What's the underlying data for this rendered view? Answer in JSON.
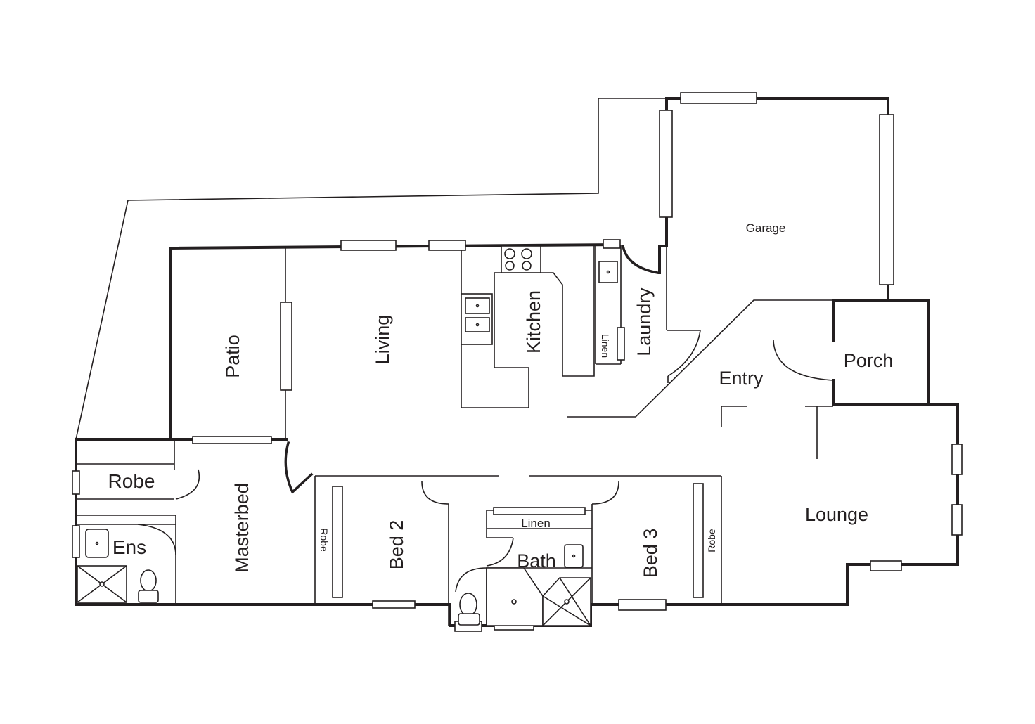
{
  "rooms": {
    "garage": "Garage",
    "patio": "Patio",
    "living": "Living",
    "kitchen": "Kitchen",
    "laundry": "Laundry",
    "linen_laundry": "Linen",
    "entry": "Entry",
    "porch": "Porch",
    "robe_master": "Robe",
    "ensuite": "Ens",
    "masterbed": "Masterbed",
    "robe_bed2": "Robe",
    "bed2": "Bed 2",
    "linen_bath": "Linen",
    "bath": "Bath",
    "bed3": "Bed 3",
    "robe_bed3": "Robe",
    "lounge": "Lounge"
  },
  "colors": {
    "line": "#231f20",
    "background": "#ffffff"
  }
}
